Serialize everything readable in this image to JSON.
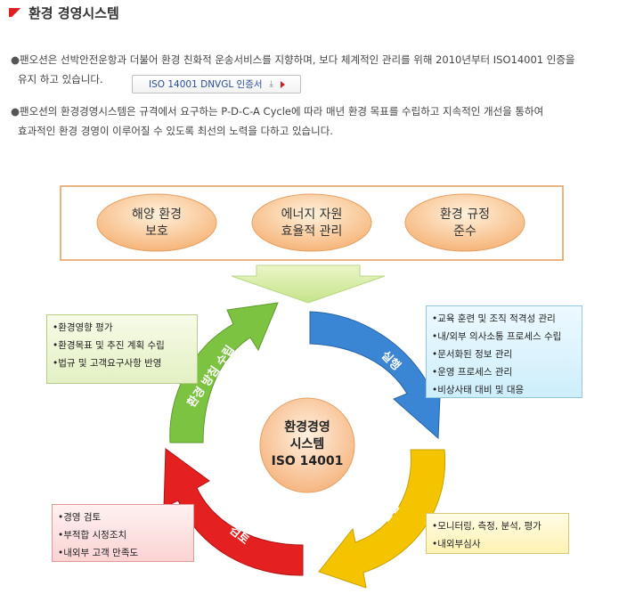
{
  "page": {
    "title": "환경 경영시스템",
    "bullet": "●",
    "para1_line1": "팬오션은 선박안전운항과 더불어 환경 친화적 운송서비스를 지향하며, 보다 체계적인 관리를 위해 2010년부터 ISO14001 인증을",
    "para1_line2": "유지 하고 있습니다.",
    "cert_button": "ISO 14001 DNVGL 인증서",
    "para2_line1": "팬오션의 환경경영시스템은 규격에서 요구하는 P-D-C-A Cycle에 따라 매년 환경 목표를 수립하고 지속적인 개선을 통하여",
    "para2_line2": "효과적인 환경 경영이 이루어질 수 있도록 최선의 노력을 다하고 있습니다."
  },
  "diagram": {
    "goals": [
      {
        "line1": "해양 환경",
        "line2": "보호"
      },
      {
        "line1": "에너지 자원",
        "line2": "효율적 관리"
      },
      {
        "line1": "환경 규정",
        "line2": "준수"
      }
    ],
    "center": {
      "line1": "환경경영",
      "line2": "시스템",
      "line3": "ISO 14001"
    },
    "arrows": {
      "plan": {
        "label": "환경 방침 수립",
        "color": "#7cc342"
      },
      "do": {
        "label": "실행",
        "color": "#3a86d4"
      },
      "check": {
        "label": "점검",
        "color": "#f4c400"
      },
      "act": {
        "label": "검토",
        "color": "#e52020"
      }
    },
    "plan_items": [
      "•환경영향 평가",
      "•환경목표 및 추진 계획 수립",
      "•법규 및 고객요구사항 반영"
    ],
    "do_items": [
      "•교육 훈련 및 조직 적격성  관리",
      "•내/외부 의사소통 프로세스 수립",
      "•문서화된 정보 관리",
      "•운영 프로세스 관리",
      "•비상사태 대비 및 대응"
    ],
    "check_items": [
      "•모니터링, 측정, 분석, 평가",
      "•내외부심사"
    ],
    "act_items": [
      "•경영 검토",
      "•부적합 시정조치",
      "•내외부 고객 만족도"
    ]
  }
}
